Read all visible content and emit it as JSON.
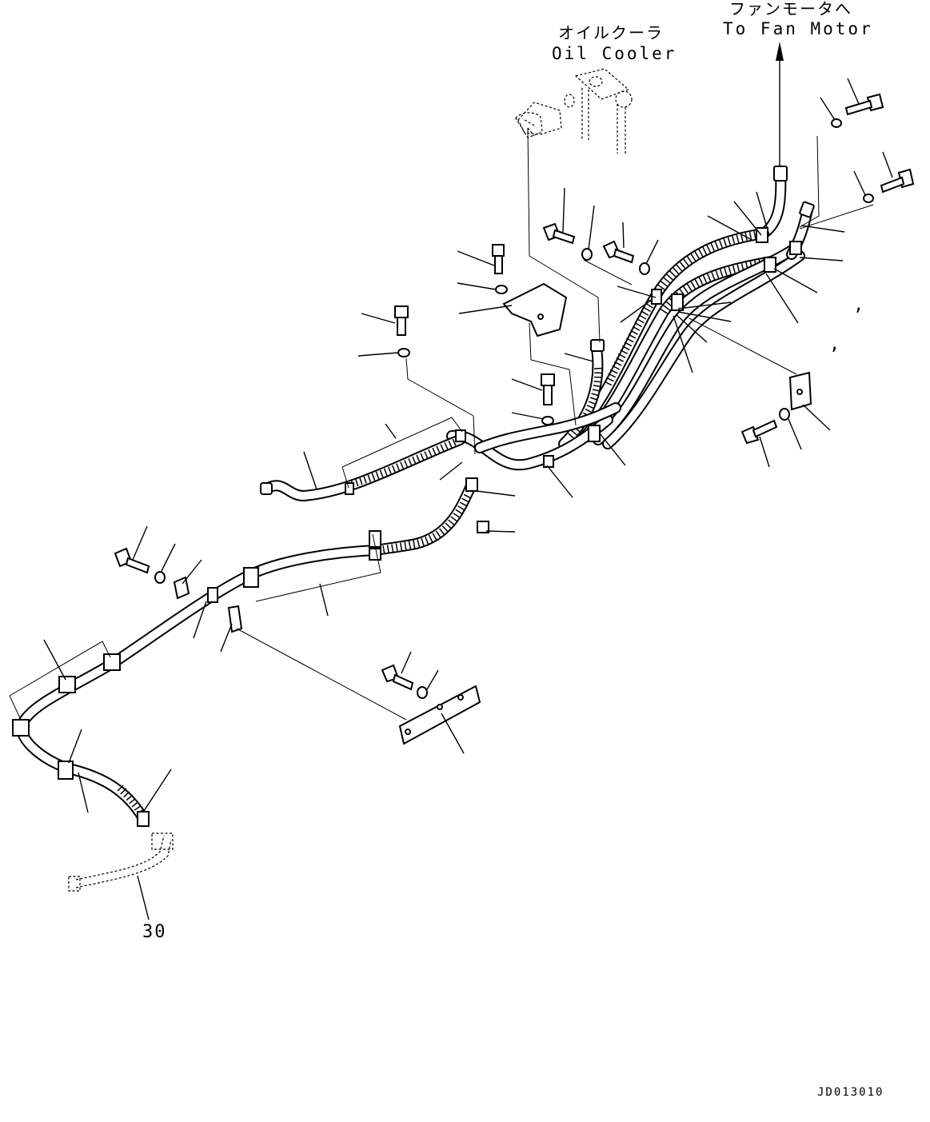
{
  "labels": {
    "oil_cooler_jp": "オイルクーラ",
    "oil_cooler_en": "Oil Cooler",
    "fan_motor_jp": "ファンモータへ",
    "fan_motor_en": "To Fan Motor",
    "part_30": "30",
    "drawing_code": "JD013010"
  },
  "marks": {
    "comma": ","
  }
}
